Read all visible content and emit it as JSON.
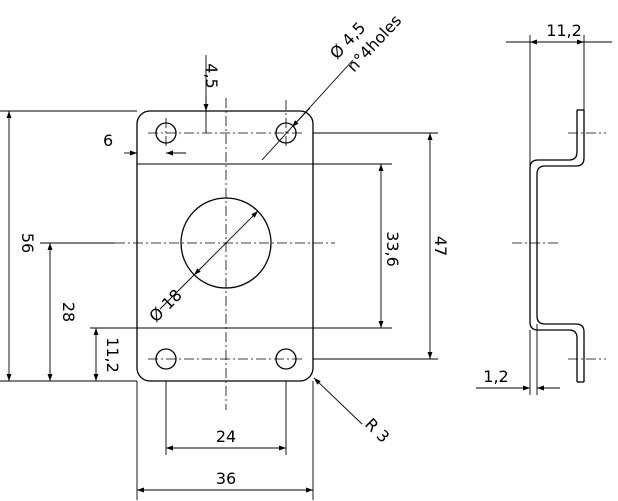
{
  "drawing": {
    "front_view": {
      "overall_height": "56",
      "bottom_hole_offset": "11,2",
      "half_height": "28",
      "hole_edge_offset": "6",
      "hole_top_offset": "4,5",
      "hole_callout": "Ø 4,5",
      "hole_count_note": "n°4holes",
      "center_hole": "Ø 18",
      "window_height": "33,6",
      "inner_height": "47",
      "hole_spacing": "24",
      "overall_width": "36",
      "corner_radius": "R 3"
    },
    "side_view": {
      "depth": "11,2",
      "thickness": "1,2"
    }
  }
}
